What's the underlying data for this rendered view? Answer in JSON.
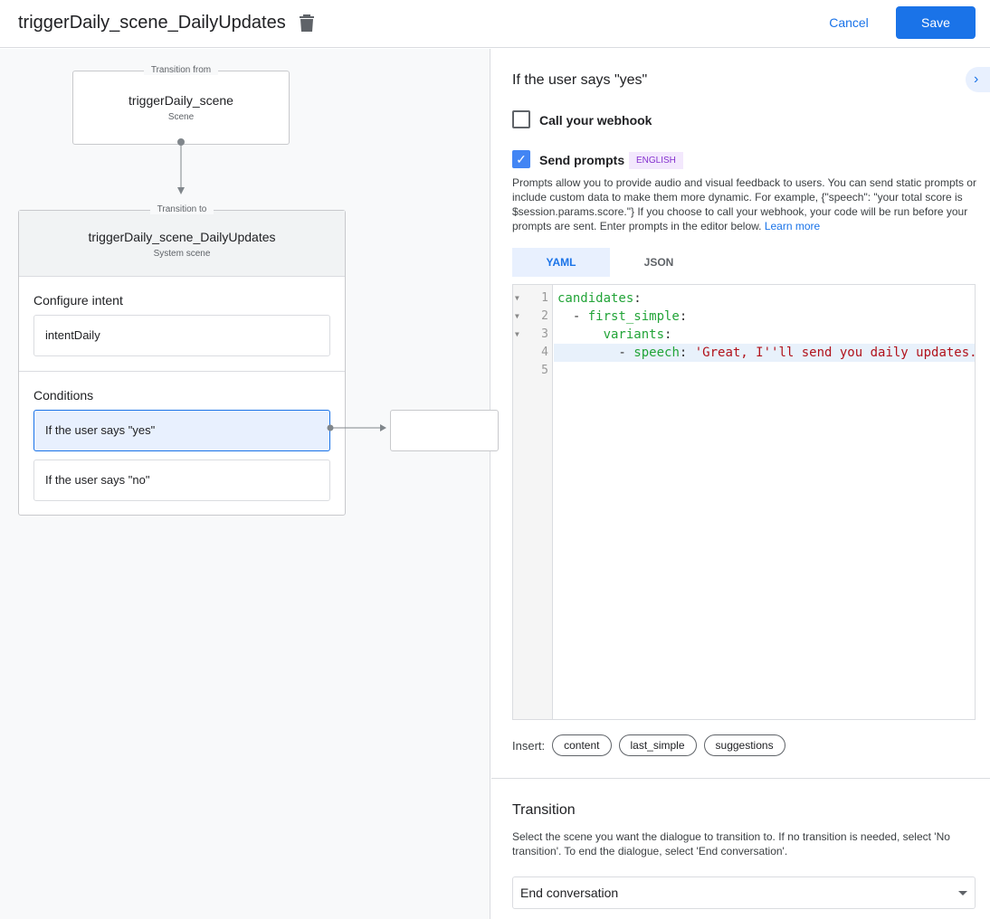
{
  "header": {
    "title": "triggerDaily_scene_DailyUpdates",
    "cancel": "Cancel",
    "save": "Save"
  },
  "canvas": {
    "from": {
      "legend": "Transition from",
      "name": "triggerDaily_scene",
      "type": "Scene"
    },
    "to": {
      "legend": "Transition to",
      "name": "triggerDaily_scene_DailyUpdates",
      "type": "System scene",
      "intent_title": "Configure intent",
      "intent": "intentDaily",
      "conditions_title": "Conditions",
      "conditions": [
        "If the user says \"yes\"",
        "If the user says \"no\""
      ]
    }
  },
  "panel": {
    "title": "If the user says \"yes\"",
    "webhook": {
      "label": "Call your webhook",
      "checked": false
    },
    "prompts": {
      "label": "Send prompts",
      "checked": true,
      "badge": "ENGLISH",
      "description": "Prompts allow you to provide audio and visual feedback to users. You can send static prompts or include custom data to make them more dynamic. For example, {\"speech\": \"your total score is $session.params.score.\"} If you choose to call your webhook, your code will be run before your prompts are sent. Enter prompts in the editor below.",
      "learn_more": "Learn more"
    },
    "tabs": [
      "YAML",
      "JSON"
    ],
    "editor": {
      "line_numbers": [
        "1",
        "2",
        "3",
        "4",
        "5"
      ],
      "lines": [
        [
          {
            "t": "k",
            "v": "candidates"
          },
          {
            "t": "p",
            "v": ":"
          }
        ],
        [
          {
            "t": "p",
            "v": "  - "
          },
          {
            "t": "k",
            "v": "first_simple"
          },
          {
            "t": "p",
            "v": ":"
          }
        ],
        [
          {
            "t": "p",
            "v": "      "
          },
          {
            "t": "k",
            "v": "variants"
          },
          {
            "t": "p",
            "v": ":"
          }
        ],
        [
          {
            "t": "p",
            "v": "        - "
          },
          {
            "t": "k",
            "v": "speech"
          },
          {
            "t": "p",
            "v": ": "
          },
          {
            "t": "s",
            "v": "'Great, I''ll send you daily updates.'"
          }
        ],
        []
      ]
    },
    "insert_label": "Insert:",
    "insert_chips": [
      "content",
      "last_simple",
      "suggestions"
    ],
    "transition": {
      "title": "Transition",
      "description": "Select the scene you want the dialogue to transition to. If no transition is needed, select 'No transition'. To end the dialogue, select 'End conversation'.",
      "value": "End conversation"
    }
  },
  "colors": {
    "accent": "#1a73e8",
    "key": "#22a438",
    "string": "#b1121b"
  }
}
